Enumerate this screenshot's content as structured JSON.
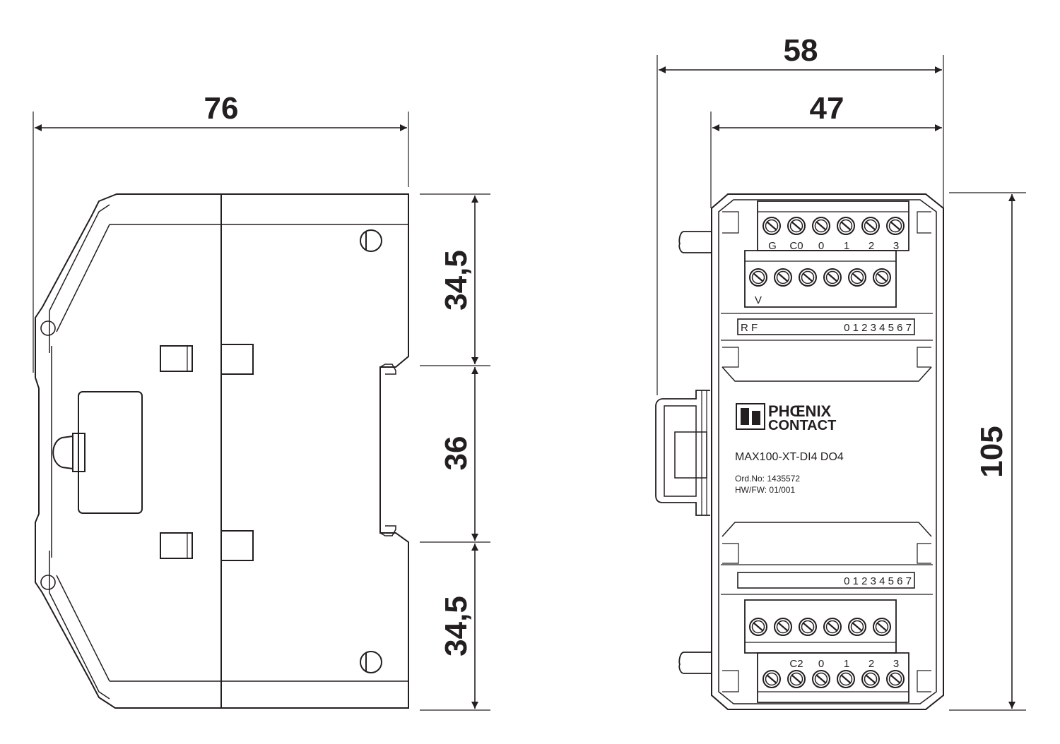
{
  "side_view": {
    "dim_width": "76",
    "dim_top": "34,5",
    "dim_middle": "36",
    "dim_bottom": "34,5"
  },
  "front_view": {
    "dim_total_width": "58",
    "dim_body_width": "47",
    "dim_height": "105",
    "top_upper_terminal_labels": [
      "G",
      "C0",
      "0",
      "1",
      "2",
      "3"
    ],
    "top_lower_terminal_label": "V",
    "top_led_strip_left": "R F",
    "top_led_strip_numbers": "0 1 2 3 4 5 6 7",
    "bottom_led_strip_numbers": "0 1 2 3 4 5 6 7",
    "bottom_terminal_labels": [
      "C2",
      "0",
      "1",
      "2",
      "3"
    ],
    "brand_line1": "PHŒNIX",
    "brand_line2": "CONTACT",
    "model": "MAX100-XT-DI4 DO4",
    "order_no": "Ord.No:  1435572",
    "hw_fw": "HW/FW: 01/001"
  }
}
